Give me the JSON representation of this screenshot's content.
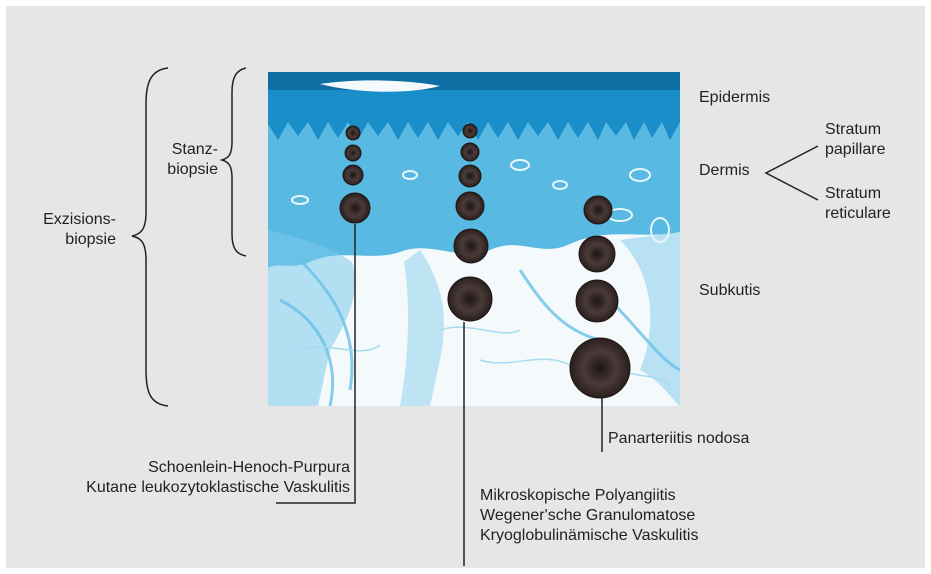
{
  "colors": {
    "background": "#e6e6e6",
    "epidermis": "#1a8ec8",
    "dermis": "#4fb6e0",
    "subcutis": "#f4f9fc",
    "vessel": "#4a3b38",
    "line": "#222222"
  },
  "brackets": {
    "excision": [
      "Exzisions-",
      "biopsie"
    ],
    "punch": [
      "Stanz-",
      "biopsie"
    ]
  },
  "layers": {
    "epidermis": "Epidermis",
    "dermis": "Dermis",
    "dermis_sub1": [
      "Stratum",
      "papillare"
    ],
    "dermis_sub2": [
      "Stratum",
      "reticulare"
    ],
    "subcutis": "Subkutis"
  },
  "callouts": {
    "col1": [
      "Schoenlein-Henoch-Purpura",
      "Kutane leukozytoklastische Vaskulitis"
    ],
    "col2": [
      "Mikroskopische Polyangiitis",
      "Wegener'sche Granulomatose",
      "Kryoglobulinämische Vaskulitis"
    ],
    "col3": [
      "Panarteriitis nodosa"
    ]
  }
}
